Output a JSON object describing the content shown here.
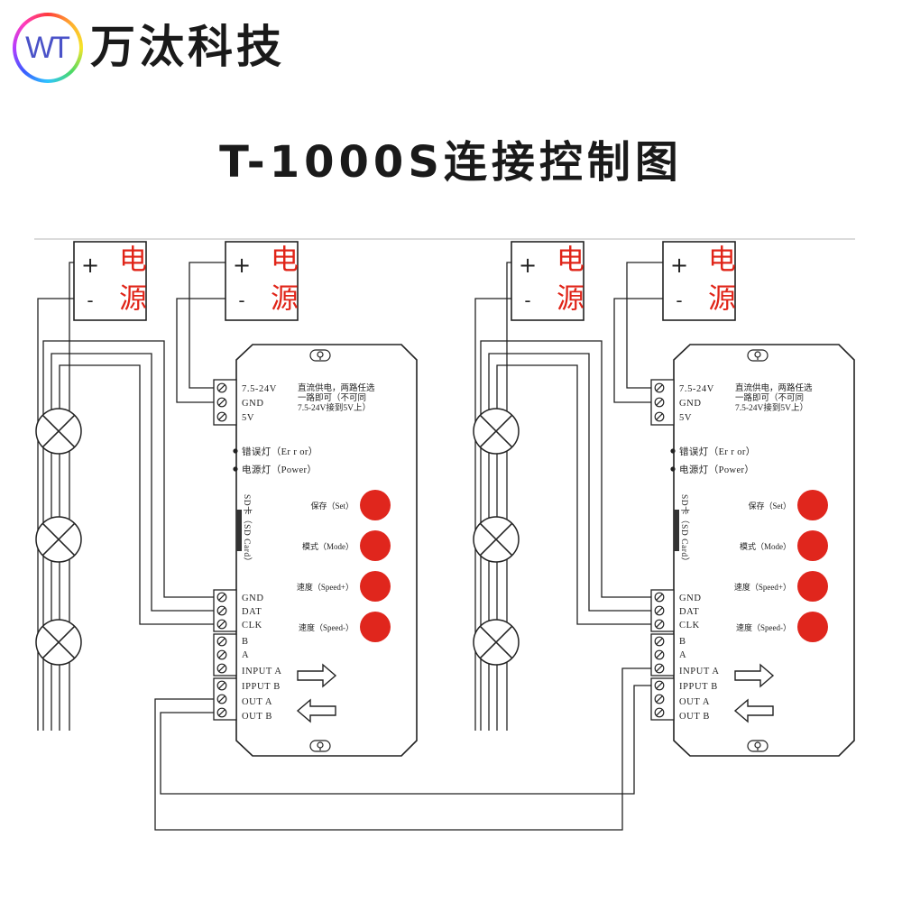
{
  "brand": {
    "logo_text": "WT",
    "name": "万汰科技"
  },
  "title": "T-1000S连接控制图",
  "diagram": {
    "power_box": {
      "plus": "+",
      "minus": "-",
      "label": "电源"
    },
    "controller": {
      "power_terminals": [
        "7.5-24V",
        "GND",
        "5V"
      ],
      "power_note": [
        "直流供电，两路任选",
        "一路即可（不可同",
        "7.5-24V接到5V上）"
      ],
      "error_led": "错误灯（Er r or）",
      "power_led": "电源灯（Power）",
      "sd_card": "SD卡（SD Card）",
      "buttons": [
        {
          "label": "保存（Set）"
        },
        {
          "label": "模式（Mode）"
        },
        {
          "label": "速度（Speed+）"
        },
        {
          "label": "速度（Speed-）"
        }
      ],
      "output_terminals": [
        "GND",
        "DAT",
        "CLK"
      ],
      "io_terminals": [
        "B",
        "A",
        "INPUT A",
        "IPPUT B",
        "OUT A",
        "OUT B"
      ]
    }
  },
  "colors": {
    "power_label": "#e02418",
    "button": "#e0261d",
    "line": "#222222",
    "divider": "#cfcfcf",
    "logo": "#4a52c8"
  }
}
